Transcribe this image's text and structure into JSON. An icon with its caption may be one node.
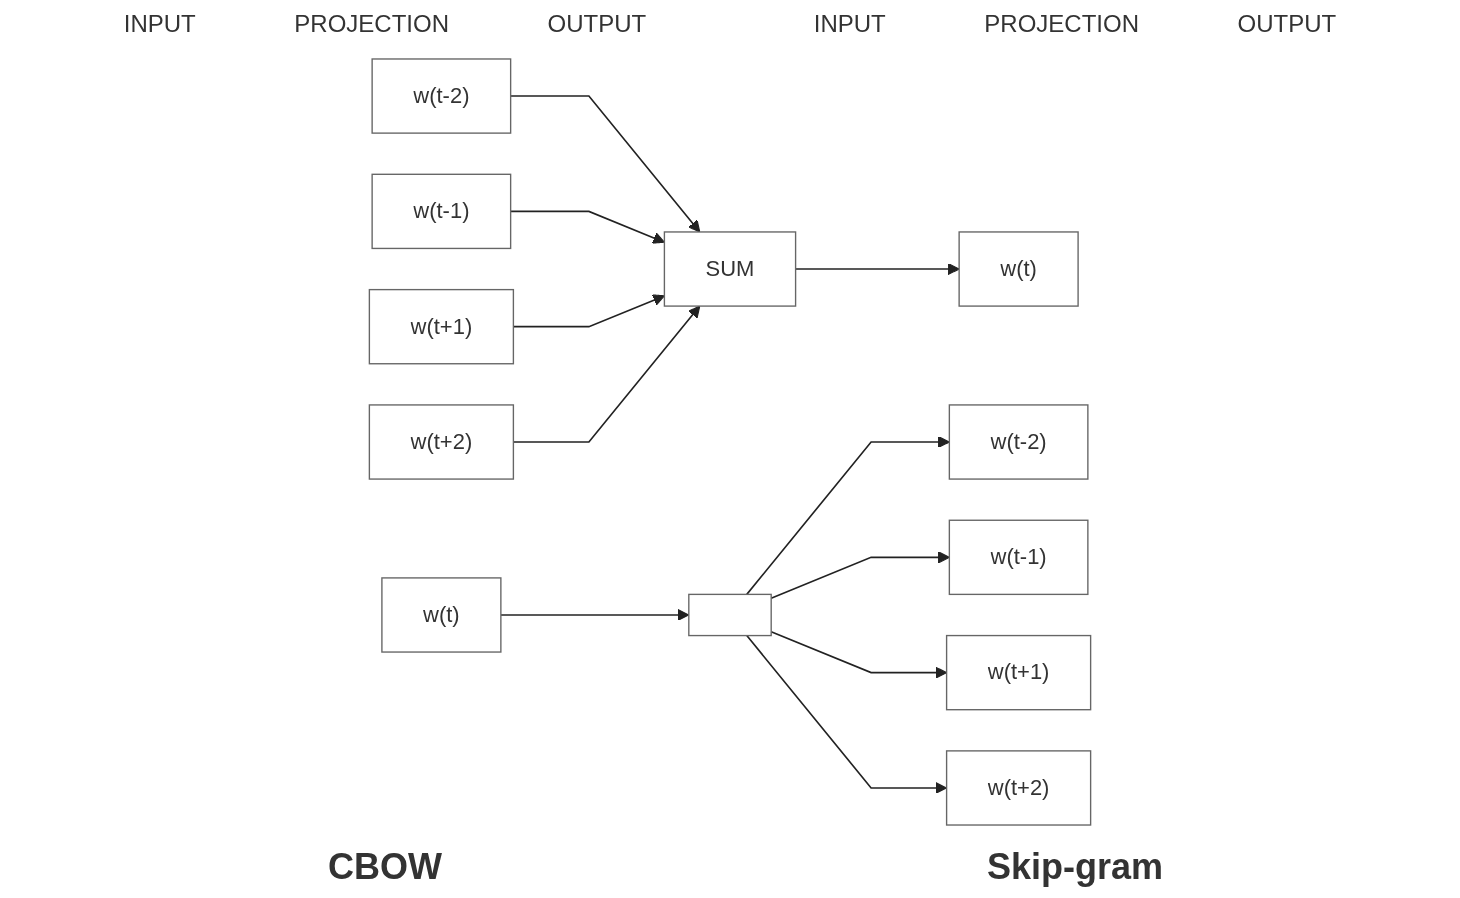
{
  "diagram": {
    "nodes": [
      {
        "text": [
          "w(t-2)"
        ]
      },
      {
        "text": [
          "w(t-1)"
        ]
      },
      {
        "text": [
          "w(t+1)"
        ]
      },
      {
        "text": [
          "w(t+2)"
        ]
      },
      {
        "text": [
          "SUM"
        ]
      },
      {
        "text": [
          "w(t)"
        ]
      },
      {
        "text": [
          "w(t)"
        ]
      },
      {
        "text": [],
        "shape": "box"
      },
      {
        "text": [
          "w(t-2)"
        ]
      },
      {
        "text": [
          "w(t-1)"
        ]
      },
      {
        "text": [
          "w(t+1)"
        ]
      },
      {
        "text": [
          "w(t+2)"
        ]
      }
    ],
    "edges": [
      {
        "from": 0,
        "to": 4,
        "arrow": "to"
      },
      {
        "from": 1,
        "to": 4,
        "arrow": "to"
      },
      {
        "from": 2,
        "to": 4,
        "arrow": "to"
      },
      {
        "from": 3,
        "to": 4,
        "arrow": "to"
      },
      {
        "from": 4,
        "to": 5,
        "arrow": "to"
      },
      {
        "from": 6,
        "to": 7,
        "arrow": "to"
      },
      {
        "from": 7,
        "to": 8,
        "arrow": "to"
      },
      {
        "from": 7,
        "to": 9,
        "arrow": "to"
      },
      {
        "from": 7,
        "to": 10,
        "arrow": "to"
      },
      {
        "from": 7,
        "to": 11,
        "arrow": "to"
      }
    ],
    "labels": [
      "INPUT",
      "PROJECTION",
      "OUTPUT",
      "INPUT",
      "PROJECTION",
      "OUTPUT",
      "CBOW",
      "Skip-gram"
    ]
  }
}
